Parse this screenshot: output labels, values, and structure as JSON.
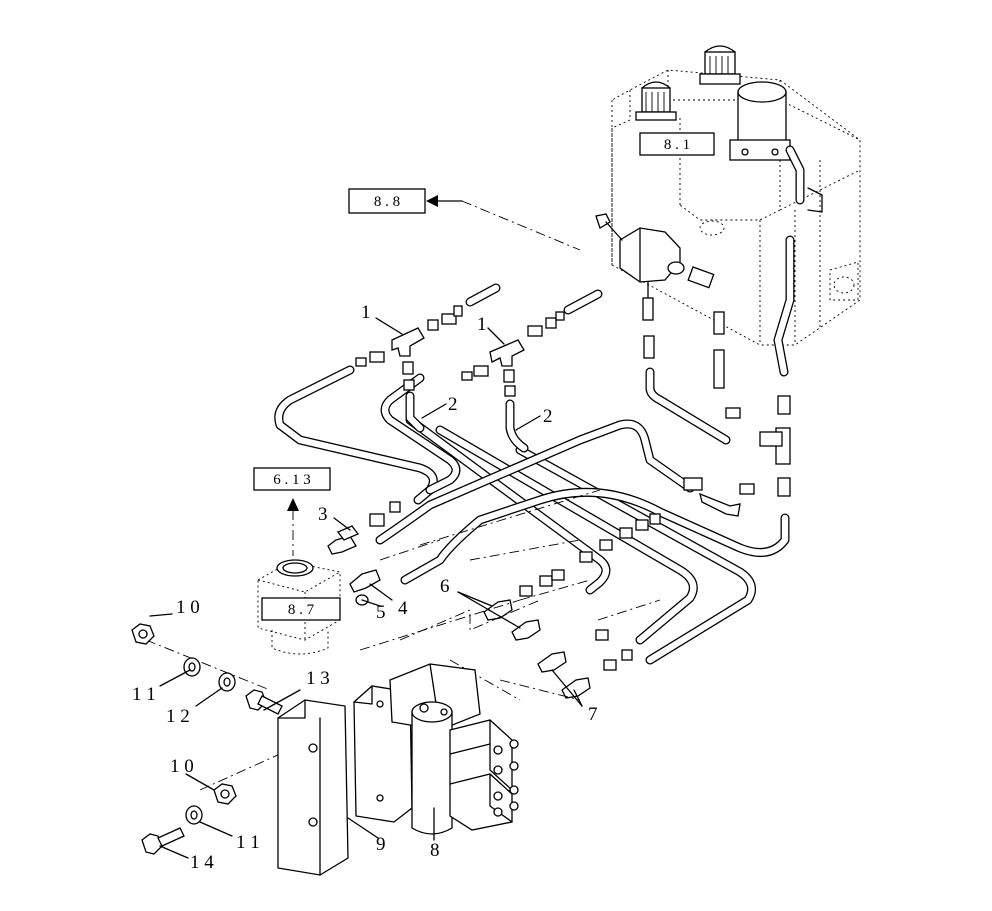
{
  "references": [
    {
      "id": "ref-8-1",
      "text": "8 . 1"
    },
    {
      "id": "ref-8-8",
      "text": "8 . 8"
    },
    {
      "id": "ref-6-13",
      "text": "6 . 1 3"
    },
    {
      "id": "ref-8-7",
      "text": "8 . 7"
    }
  ],
  "callouts": [
    {
      "id": "c1a",
      "text": "1"
    },
    {
      "id": "c1b",
      "text": "1"
    },
    {
      "id": "c2a",
      "text": "2"
    },
    {
      "id": "c2b",
      "text": "2"
    },
    {
      "id": "c3",
      "text": "3"
    },
    {
      "id": "c4",
      "text": "4"
    },
    {
      "id": "c5",
      "text": "5"
    },
    {
      "id": "c6",
      "text": "6"
    },
    {
      "id": "c7",
      "text": "7"
    },
    {
      "id": "c8",
      "text": "8"
    },
    {
      "id": "c9",
      "text": "9"
    },
    {
      "id": "c10a",
      "text": "1 0"
    },
    {
      "id": "c10b",
      "text": "1 0"
    },
    {
      "id": "c11a",
      "text": "1 1"
    },
    {
      "id": "c11b",
      "text": "1 1"
    },
    {
      "id": "c12",
      "text": "1 2"
    },
    {
      "id": "c13",
      "text": "1 3"
    },
    {
      "id": "c14",
      "text": "1 4"
    }
  ]
}
